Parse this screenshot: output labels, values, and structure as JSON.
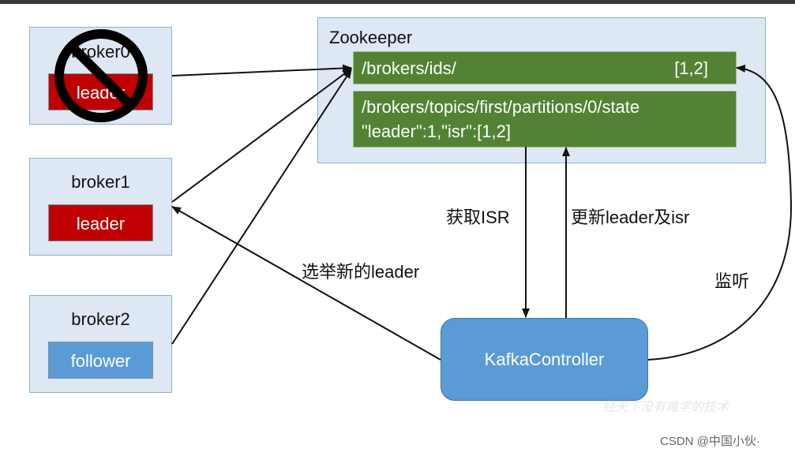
{
  "brokers": {
    "broker0": {
      "title": "broker0",
      "role": "leader"
    },
    "broker1": {
      "title": "broker1",
      "role": "leader"
    },
    "broker2": {
      "title": "broker2",
      "role": "follower"
    }
  },
  "zookeeper": {
    "title": "Zookeeper",
    "ids_path": "/brokers/ids/",
    "ids_value": "[1,2]",
    "state_path": "/brokers/topics/first/partitions/0/state",
    "state_value": "\"leader\":1,\"isr\":[1,2]"
  },
  "controller": {
    "label": "KafkaController"
  },
  "labels": {
    "get_isr": "获取ISR",
    "update_leader": "更新leader及isr",
    "elect_leader": "选举新的leader",
    "listen": "监听"
  },
  "watermark": "经天下没有难学的技术",
  "csdn_credit": "CSDN @中国小伙·",
  "colors": {
    "leader": "#c00000",
    "follower": "#5b9bd5",
    "zk_node": "#548235",
    "panel": "#dde8f4"
  }
}
